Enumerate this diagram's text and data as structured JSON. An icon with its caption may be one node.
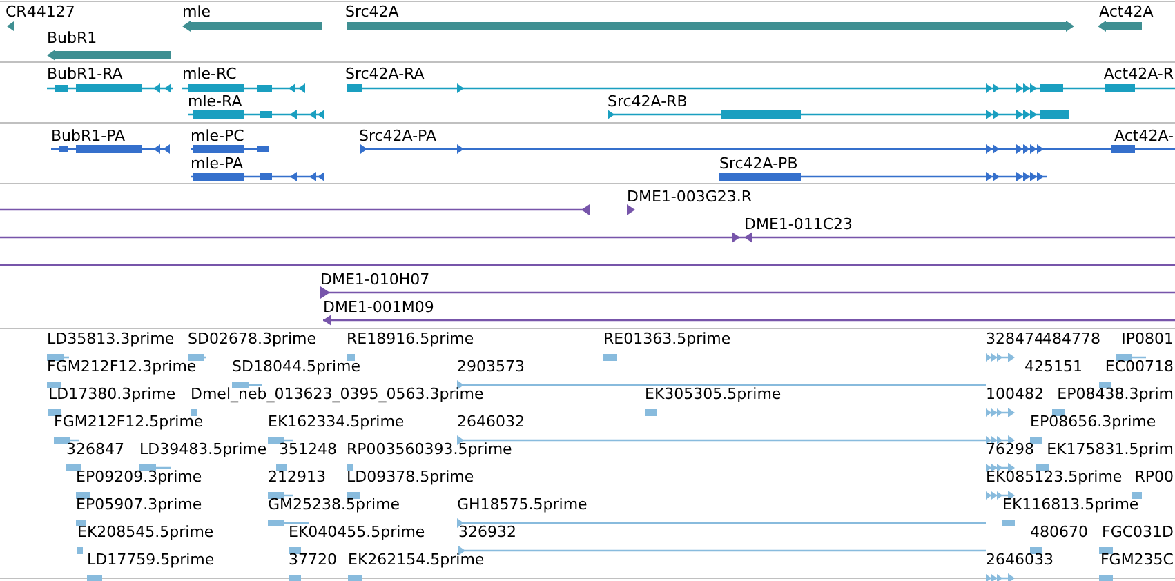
{
  "diagram": {
    "labels": [
      "CR44127",
      "mle",
      "Src42A",
      "Act42A",
      "BubR1",
      "BubR1-RA",
      "mle-RC",
      "Src42A-RA",
      "Act42A-R",
      "mle-RA",
      "Src42A-RB",
      "BubR1-PA",
      "mle-PC",
      "Src42A-PA",
      "Act42A-",
      "mle-PA",
      "Src42A-PB",
      "DME1-003G23.R",
      "DME1-011C23",
      "DME1-010H07",
      "DME1-001M09",
      "LD35813.3prime",
      "SD02678.3prime",
      "RE18916.5prime",
      "RE01363.5prime",
      "328474",
      "484778",
      "IP0801",
      "FGM212F12.3prime",
      "SD18044.5prime",
      "2903573",
      "425151",
      "EC00718",
      "LD17380.3prime",
      "Dmel_neb_013623_0395_0563.3prime",
      "EK305305.5prime",
      "100482",
      "EP08438.3prim",
      "FGM212F12.5prime",
      "EK162334.5prime",
      "2646032",
      "EP08656.3prime",
      "326847",
      "LD39483.5prime",
      "351248",
      "RP003560393.5prime",
      "76298",
      "EK175831.5prim",
      "EP09209.3prime",
      "212913",
      "LD09378.5prime",
      "EK085123.5prime",
      "RP00",
      "EP05907.3prime",
      "GM25238.5prime",
      "GH18575.5prime",
      "EK116813.5prime",
      "EK208545.5prime",
      "EK040455.5prime",
      "326932",
      "480670",
      "FGC031D",
      "LD17759.5prime",
      "37720",
      "EK262154.5prime",
      "2646033",
      "FGM235C"
    ]
  }
}
